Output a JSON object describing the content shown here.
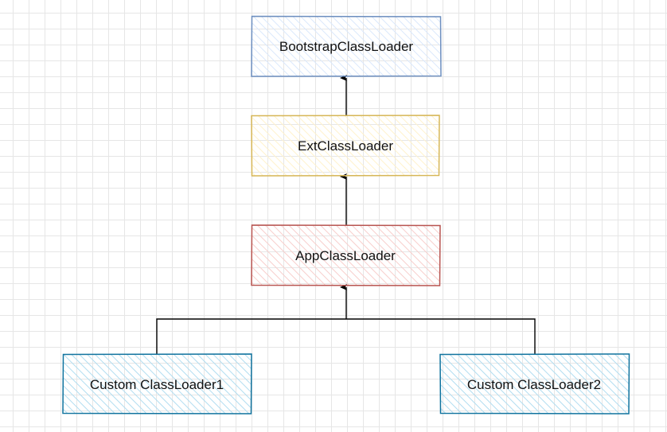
{
  "nodes": {
    "bootstrap": {
      "label": "BootstrapClassLoader",
      "stroke": "#6c8ebf",
      "hatch": "#dae8fc"
    },
    "ext": {
      "label": "ExtClassLoader",
      "stroke": "#d6b656",
      "hatch": "#fff2cc"
    },
    "app": {
      "label": "AppClassLoader",
      "stroke": "#b85450",
      "hatch": "#f8cecc"
    },
    "custom1": {
      "label": "Custom ClassLoader1",
      "stroke": "#10739e",
      "hatch": "#b1ddf0"
    },
    "custom2": {
      "label": "Custom ClassLoader2",
      "stroke": "#10739e",
      "hatch": "#b1ddf0"
    }
  }
}
